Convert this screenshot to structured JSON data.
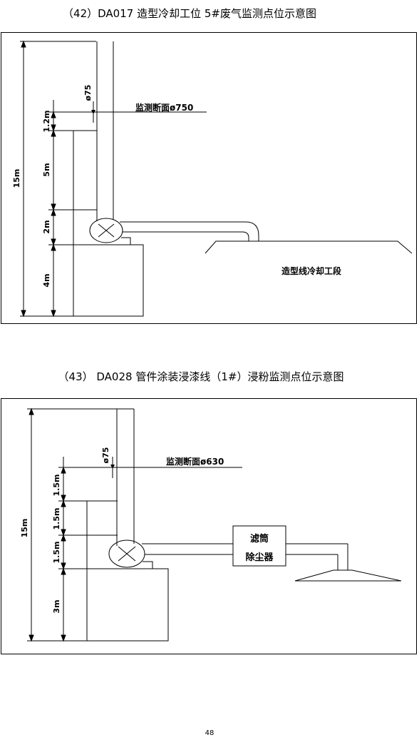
{
  "figures": [
    {
      "caption": "（42）DA017 造型冷却工位 5#废气监测点位示意图",
      "total_height": "15m",
      "segments": [
        "1.2m",
        "5m",
        "2m",
        "4m"
      ],
      "offset": "ø75",
      "section_label": "监测断面ø750",
      "equipment_label": "造型线冷却工段"
    },
    {
      "caption": "（43） DA028 管件涂装浸漆线（1#）浸粉监测点位示意图",
      "total_height": "15m",
      "segments": [
        "1.5m",
        "1.5m",
        "1.5m",
        "3m"
      ],
      "offset": "ø75",
      "section_label": "监测断面ø630",
      "equipment_label_line1": "滤筒",
      "equipment_label_line2": "除尘器"
    }
  ],
  "page_number": "48"
}
